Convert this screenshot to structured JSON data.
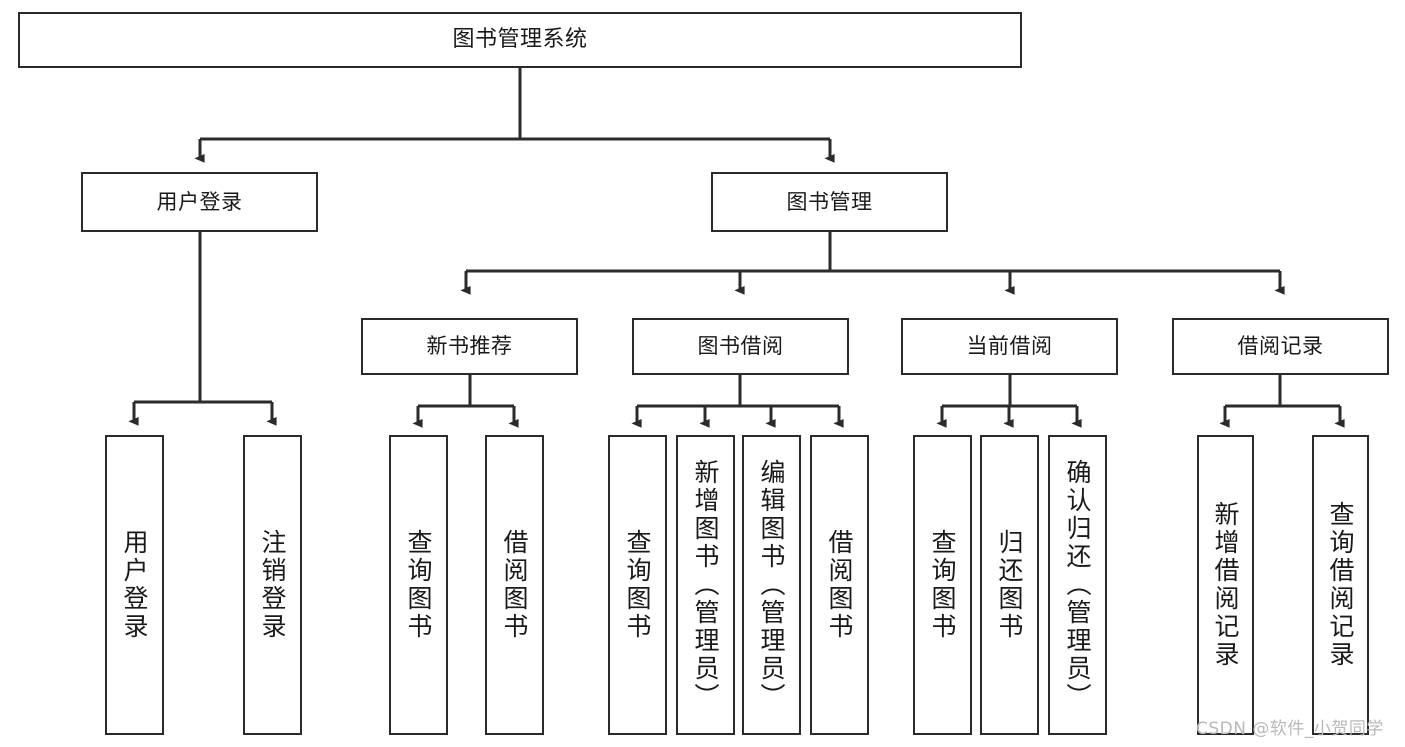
{
  "diagram": {
    "title": "图书管理系统",
    "type": "tree-hierarchy",
    "watermark": "CSDN @软件_小贺同学",
    "colors": {
      "box_border": "#2b2b2b",
      "box_fill": "#ffffff",
      "connector": "#2b2b2b",
      "text": "#1a1a1a",
      "watermark": "#b9b9b9",
      "background": "#ffffff"
    }
  },
  "nodes": {
    "root": {
      "label": "图书管理系统"
    },
    "level2": [
      {
        "id": "user-login",
        "label": "用户登录"
      },
      {
        "id": "book-management",
        "label": "图书管理"
      }
    ],
    "level3": [
      {
        "id": "new-book-recommend",
        "label": "新书推荐"
      },
      {
        "id": "book-borrow",
        "label": "图书借阅"
      },
      {
        "id": "current-borrow",
        "label": "当前借阅"
      },
      {
        "id": "borrow-record",
        "label": "借阅记录"
      }
    ],
    "leaves": {
      "user_login": [
        {
          "id": "leaf-user-login",
          "label": "用户登录"
        },
        {
          "id": "leaf-logout-login",
          "label": "注销登录"
        }
      ],
      "new_book_recommend": [
        {
          "id": "leaf-query-book-1",
          "label": "查询图书"
        },
        {
          "id": "leaf-borrow-book-1",
          "label": "借阅图书"
        }
      ],
      "book_borrow": [
        {
          "id": "leaf-query-book-2",
          "label": "查询图书"
        },
        {
          "id": "leaf-add-book",
          "label": "新增图书（管理员）"
        },
        {
          "id": "leaf-edit-book",
          "label": "编辑图书（管理员）"
        },
        {
          "id": "leaf-borrow-book-2",
          "label": "借阅图书"
        }
      ],
      "current_borrow": [
        {
          "id": "leaf-query-book-3",
          "label": "查询图书"
        },
        {
          "id": "leaf-return-book",
          "label": "归还图书"
        },
        {
          "id": "leaf-confirm-return",
          "label": "确认归还（管理员）"
        }
      ],
      "borrow_record": [
        {
          "id": "leaf-add-record",
          "label": "新增借阅记录"
        },
        {
          "id": "leaf-query-record",
          "label": "查询借阅记录"
        }
      ]
    }
  }
}
